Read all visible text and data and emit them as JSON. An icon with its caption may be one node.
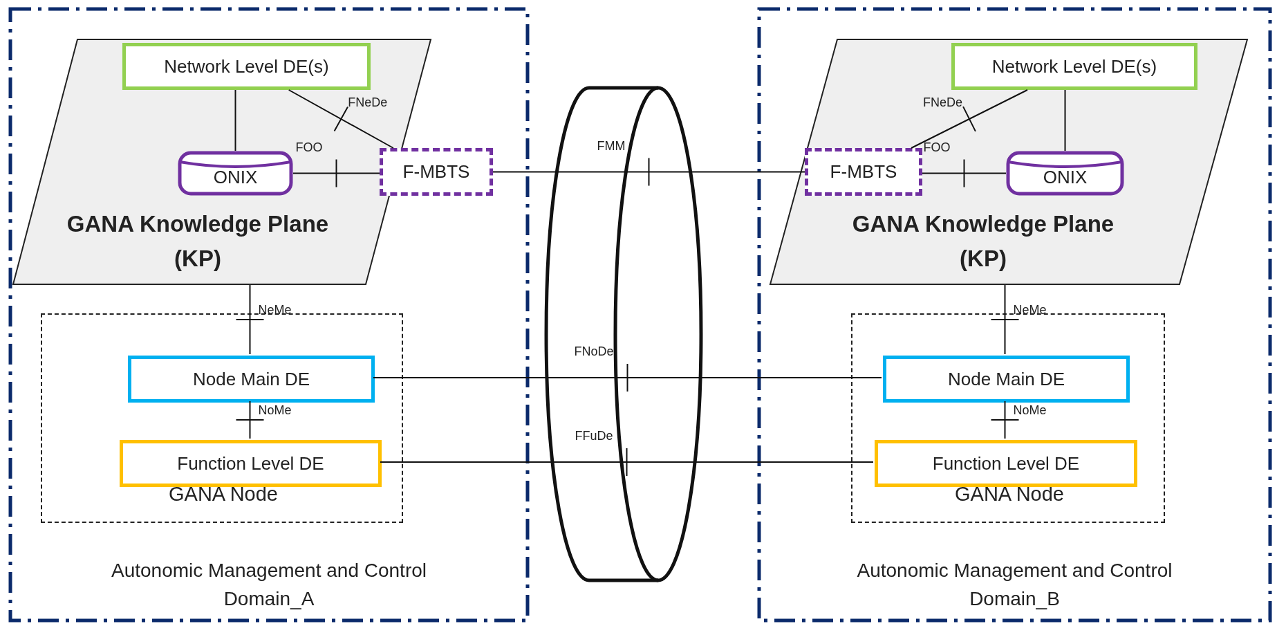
{
  "diagram": {
    "nodes": [
      {
        "text": [
          "Autonomic Management and Control Domain_A"
        ]
      },
      {
        "text": [
          "GANA Knowledge Plane (KP)"
        ],
        "in": 0
      },
      {
        "text": [
          "Network Level DE(s)"
        ],
        "in": 1
      },
      {
        "text": [
          "ONIX"
        ],
        "in": 1
      },
      {
        "text": [
          "F-MBTS"
        ],
        "in": 0
      },
      {
        "text": [
          "GANA Node"
        ],
        "in": 0
      },
      {
        "text": [
          "Node Main DE"
        ],
        "in": 5
      },
      {
        "text": [
          "Function Level DE"
        ],
        "in": 5
      },
      {
        "text": [
          "Autonomic Management and Control Domain_B"
        ]
      },
      {
        "text": [
          "GANA Knowledge Plane (KP)"
        ],
        "in": 8
      },
      {
        "text": [
          "Network Level DE(s)"
        ],
        "in": 9
      },
      {
        "text": [
          "F-MBTS"
        ],
        "in": 9
      },
      {
        "text": [
          "ONIX"
        ],
        "in": 9
      },
      {
        "text": [
          "GANA Node"
        ],
        "in": 8
      },
      {
        "text": [
          "Node Main DE"
        ],
        "in": 13
      },
      {
        "text": [
          "Function Level DE"
        ],
        "in": 13
      }
    ],
    "edges": [
      {
        "from": 2,
        "to": 3,
        "arrow": "none"
      },
      {
        "from": 2,
        "to": 4,
        "arrow": "none",
        "label": "FNeDe"
      },
      {
        "from": 3,
        "to": 4,
        "arrow": "none",
        "label": "FOO"
      },
      {
        "from": 4,
        "to": 11,
        "arrow": "none",
        "label": "FMM"
      },
      {
        "from": 1,
        "to": 6,
        "arrow": "none",
        "label": "NeMe"
      },
      {
        "from": 6,
        "to": 7,
        "arrow": "none",
        "label": "NoMe"
      },
      {
        "from": 6,
        "to": 14,
        "arrow": "none",
        "label": "FNoDe"
      },
      {
        "from": 7,
        "to": 15,
        "arrow": "none",
        "label": "FFuDe"
      },
      {
        "from": 10,
        "to": 12,
        "arrow": "none"
      },
      {
        "from": 10,
        "to": 11,
        "arrow": "none",
        "label": "FNeDe"
      },
      {
        "from": 11,
        "to": 12,
        "arrow": "none",
        "label": "FOO"
      },
      {
        "from": 9,
        "to": 14,
        "arrow": "none",
        "label": "NeMe"
      },
      {
        "from": 14,
        "to": 15,
        "arrow": "none",
        "label": "NoMe"
      }
    ]
  }
}
